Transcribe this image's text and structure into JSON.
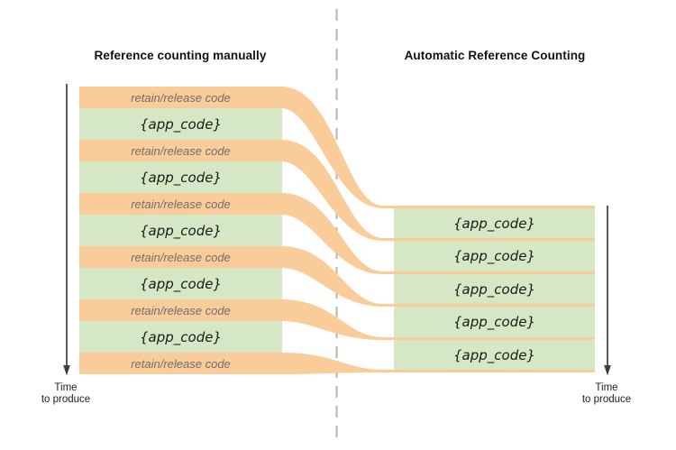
{
  "left_panel": {
    "title": "Reference counting manually",
    "bars": [
      {
        "type": "retain_release",
        "label": "retain/release code"
      },
      {
        "type": "app_code",
        "label": "{app_code}"
      },
      {
        "type": "retain_release",
        "label": "retain/release code"
      },
      {
        "type": "app_code",
        "label": "{app_code}"
      },
      {
        "type": "retain_release",
        "label": "retain/release code"
      },
      {
        "type": "app_code",
        "label": "{app_code}"
      },
      {
        "type": "retain_release",
        "label": "retain/release code"
      },
      {
        "type": "app_code",
        "label": "{app_code}"
      },
      {
        "type": "retain_release",
        "label": "retain/release code"
      },
      {
        "type": "app_code",
        "label": "{app_code}"
      },
      {
        "type": "retain_release",
        "label": "retain/release code"
      }
    ],
    "time_axis": {
      "line1": "Time",
      "line2": "to produce"
    }
  },
  "right_panel": {
    "title": "Automatic Reference Counting",
    "bars": [
      {
        "type": "app_code",
        "label": "{app_code}"
      },
      {
        "type": "app_code",
        "label": "{app_code}"
      },
      {
        "type": "app_code",
        "label": "{app_code}"
      },
      {
        "type": "app_code",
        "label": "{app_code}"
      },
      {
        "type": "app_code",
        "label": "{app_code}"
      }
    ],
    "time_axis": {
      "line1": "Time",
      "line2": "to produce"
    }
  },
  "colors": {
    "orange": "#facc99",
    "green": "#d6e7c6",
    "gray_text": "#6e6e6e",
    "code_text": "#1a1a1a",
    "dashed": "#b4b4b4",
    "arrow": "#3c3c3c"
  }
}
